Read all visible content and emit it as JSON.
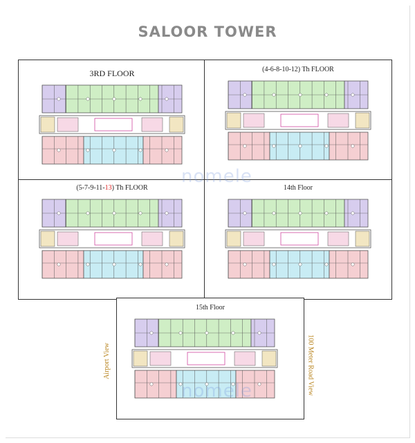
{
  "title": "SALOOR TOWER",
  "panels": {
    "p3": {
      "title": "3RD FLOOR"
    },
    "p4": {
      "title": "(4-6-8-10-12) Th  FLOOR"
    },
    "p5": {
      "title_parts": [
        "(5-7-9-11-",
        "13",
        ") Th  FLOOR"
      ]
    },
    "p14": {
      "title": "14th Floor"
    },
    "p15": {
      "title": "15th Floor"
    }
  },
  "side_labels": {
    "left": "Airport View",
    "right": "100 Meter Road View"
  },
  "watermark": "nomele",
  "colors": {
    "purple": "#d7cdee",
    "green": "#cfeec5",
    "pink": "#f5cfd2",
    "cyan": "#c8ecf4",
    "beige": "#f2e6c2",
    "lift": "#f7d9e6",
    "wall": "#555555",
    "title_gray": "#8a8a8a",
    "highlight_red": "#dd2222",
    "side_label": "#b8841f"
  }
}
